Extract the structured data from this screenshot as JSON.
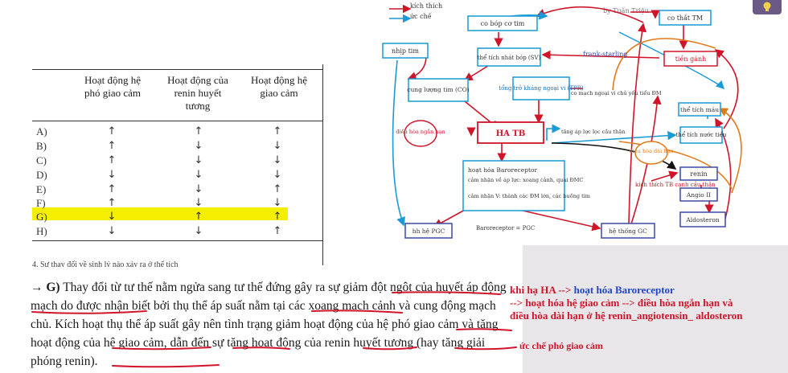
{
  "table": {
    "headers": [
      "Hoạt động hệ phó giao cảm",
      "Hoạt động của renin huyết tương",
      "Hoạt động hệ giao cảm"
    ],
    "rows": [
      {
        "label": "A)",
        "arrows": [
          "↑",
          "↑",
          "↑"
        ]
      },
      {
        "label": "B)",
        "arrows": [
          "↑",
          "↓",
          "↓"
        ]
      },
      {
        "label": "C)",
        "arrows": [
          "↑",
          "↓",
          "↓"
        ]
      },
      {
        "label": "D)",
        "arrows": [
          "↓",
          "↓",
          "↓"
        ]
      },
      {
        "label": "E)",
        "arrows": [
          "↑",
          "↓",
          "↑"
        ]
      },
      {
        "label": "F)",
        "arrows": [
          "↑",
          "↓",
          "↓"
        ]
      },
      {
        "label": "G)",
        "arrows": [
          "↓",
          "↑",
          "↑"
        ]
      },
      {
        "label": "H)",
        "arrows": [
          "↓",
          "↓",
          "↑"
        ]
      }
    ],
    "cutoff_text": "4. Sự thay đổi về sinh lý nào xảy ra ở thể tích"
  },
  "paragraph": {
    "arrow": "→",
    "answer": "G)",
    "text": "Thay đổi từ tư thế nằm ngửa sang tư thế đứng gây ra sự giảm đột ngột của huyết áp động mạch do được nhận biết bởi thụ thể áp suất nằm tại các xoang mạch cảnh và cung động mạch chủ. Kích hoạt thụ thể áp suất gây nên tình trạng giảm hoạt động của hệ phó giao cảm và tăng hoạt động của hệ giao cảm, dẫn đến sự tăng hoạt động của renin huyết tương (hay tăng giải phóng renin)."
  },
  "note": {
    "line1_red": "khi hạ HA -->",
    "line1_blue": "hoạt hóa Baroreceptor",
    "line2": "--> hoạt hóa hệ giao cảm --> điều hòa ngắn hạn và",
    "line3": "điều hòa dài hạn ở hệ renin_angiotensin_ aldosteron",
    "line4": "ức chế phó giao cảm"
  },
  "diagram": {
    "legend": {
      "red": "kích thích",
      "blue": "ức chế"
    },
    "author": "by Tuấn Triệu",
    "boxes": {
      "co_bop": "co bóp cơ tim",
      "co_that": "co thắt TM",
      "nhip_tim": "nhịp tim",
      "the_tich_nhat_bop": "thể tích nhát bóp (SV)",
      "frank": "frank-starling",
      "tien_ganh": "tiền gánh",
      "cung_luong": "cung lượng tim (CO)",
      "tong_tro": "tổng trở kháng ngoại vi (TPR)",
      "co_mach": "co mạch ngoại vi chủ yếu tiểu ĐM",
      "the_tich_mau": "thể tích máu",
      "dieu_hoa_ngan": "điều hòa ngắn hạn",
      "ha_tb": "HA TB",
      "tang_ap": "tăng áp lực lọc cầu thận",
      "the_tich_nuoc": "thể tích nước tiểu",
      "dieu_hoa_dai": "điều hòa dài hạn",
      "baro_title": "hoạt hóa Baroreceptor",
      "baro_1": "cảm nhận về áp lực: xoang cảnh, quai ĐMC",
      "baro_2": "cảm nhận V: thành các ĐM lớn, các buồng tim",
      "renin": "renin",
      "kich_thich": "kích thích TB cạnh cầu thận",
      "angio": "Angio II",
      "aldosteron": "Aldosteron",
      "hh_pgc": "hh hệ PGC",
      "baro_pgc": "Baroreceptor = PGC",
      "he_gc": "hệ thống GC"
    }
  }
}
